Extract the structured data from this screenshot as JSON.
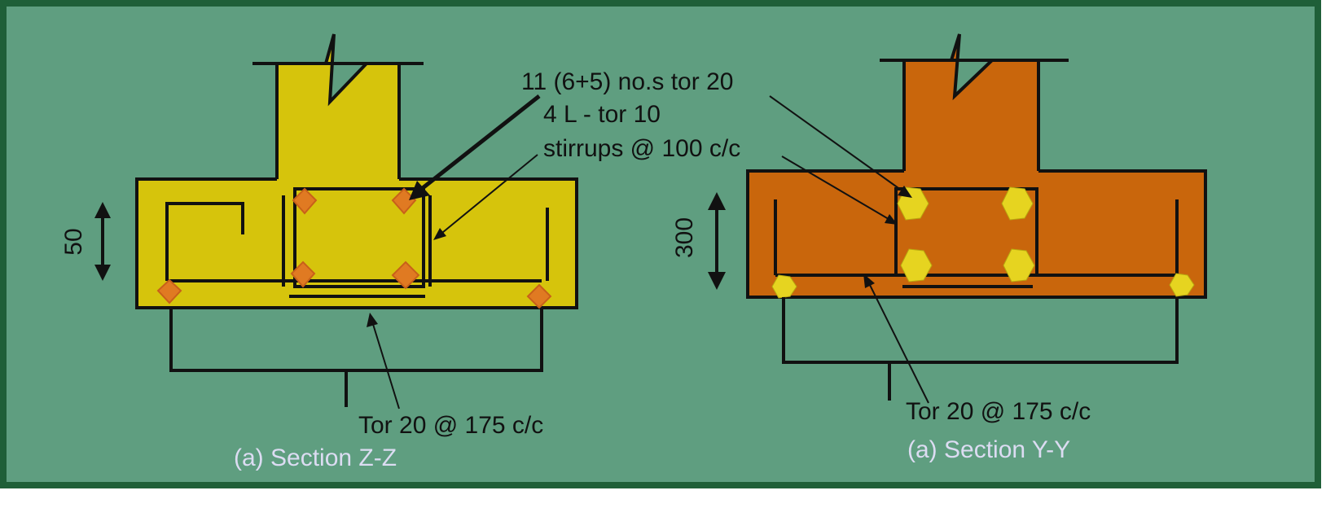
{
  "colors": {
    "background": "#5f9e80",
    "frame": "#1f5f38",
    "section_z_fill": "#d6c40c",
    "section_z_bars": "#e07a22",
    "section_y_fill": "#c9660c",
    "section_y_bars": "#e6d420",
    "caption": "#dcdcf2",
    "line": "#111111"
  },
  "labels": {
    "main_bars": "11 (6+5) no.s tor 20",
    "stirrup_line1": "4 L - tor 10",
    "stirrup_line2": "stirrups @ 100 c/c",
    "bottom_bars_z": "Tor 20 @ 175 c/c",
    "bottom_bars_y": "Tor 20 @ 175 c/c"
  },
  "dimensions": {
    "section_z": "50",
    "section_y": "300"
  },
  "captions": {
    "section_z": "(a) Section Z-Z",
    "section_y": "(a) Section Y-Y"
  }
}
